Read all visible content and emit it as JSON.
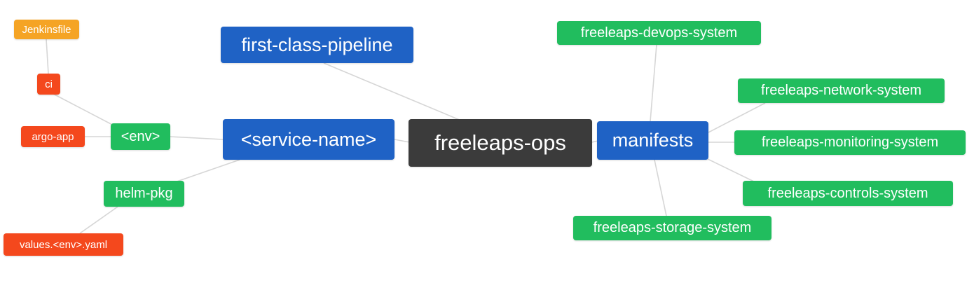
{
  "palette": {
    "blue": "#1f62c5",
    "green": "#21bd5e",
    "dark": "#3b3b3b",
    "orange": "#f5a425",
    "red": "#f4481d",
    "edge": "#d6d6d6",
    "background": "#ffffff",
    "node_text": "#ffffff"
  },
  "nodes": {
    "jenkinsfile": {
      "label": "Jenkinsfile",
      "color": "#f5a425"
    },
    "ci": {
      "label": "ci",
      "color": "#f4481d"
    },
    "argo_app": {
      "label": "argo-app",
      "color": "#f4481d"
    },
    "env": {
      "label": "<env>",
      "color": "#21bd5e"
    },
    "helm_pkg": {
      "label": "helm-pkg",
      "color": "#21bd5e"
    },
    "values_env_yaml": {
      "label": "values.<env>.yaml",
      "color": "#f4481d"
    },
    "service_name": {
      "label": "<service-name>",
      "color": "#1f62c5"
    },
    "first_class_pipeline": {
      "label": "first-class-pipeline",
      "color": "#1f62c5"
    },
    "freeleaps_ops": {
      "label": "freeleaps-ops",
      "color": "#3b3b3b"
    },
    "manifests": {
      "label": "manifests",
      "color": "#1f62c5"
    },
    "freeleaps_devops_system": {
      "label": "freeleaps-devops-system",
      "color": "#21bd5e"
    },
    "freeleaps_network_system": {
      "label": "freeleaps-network-system",
      "color": "#21bd5e"
    },
    "freeleaps_monitoring_system": {
      "label": "freeleaps-monitoring-system",
      "color": "#21bd5e"
    },
    "freeleaps_controls_system": {
      "label": "freeleaps-controls-system",
      "color": "#21bd5e"
    },
    "freeleaps_storage_system": {
      "label": "freeleaps-storage-system",
      "color": "#21bd5e"
    }
  }
}
